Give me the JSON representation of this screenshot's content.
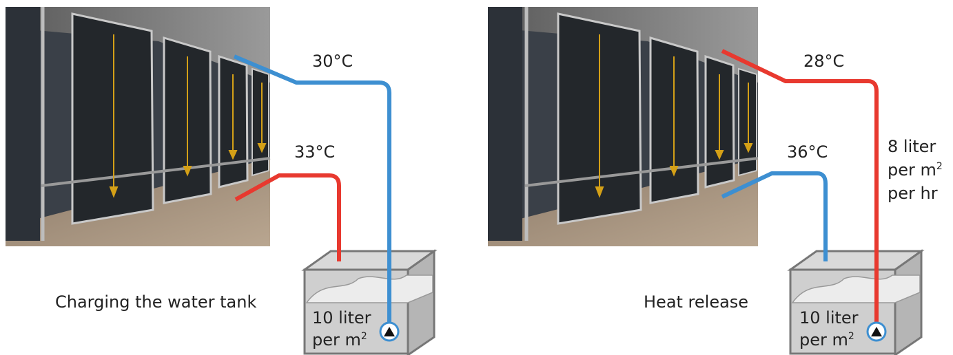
{
  "left": {
    "temp_top": "30°C",
    "temp_bottom": "33°C",
    "caption": "Charging the water tank",
    "tank_line1": "10 liter",
    "tank_line2_prefix": "per m",
    "tank_line2_sup": "2"
  },
  "right": {
    "temp_top": "28°C",
    "temp_bottom": "36°C",
    "caption": "Heat release",
    "tank_line1": "10 liter",
    "tank_line2_prefix": "per m",
    "tank_line2_sup": "2",
    "flow_line1": "8 liter",
    "flow_line2_prefix": "per m",
    "flow_line2_sup": "2",
    "flow_line3": "per hr"
  },
  "colors": {
    "hot_pipe": "#e8392f",
    "cold_pipe": "#3d8fd1",
    "arrow": "#d4a017",
    "tank_face": "#cfcfcf"
  }
}
